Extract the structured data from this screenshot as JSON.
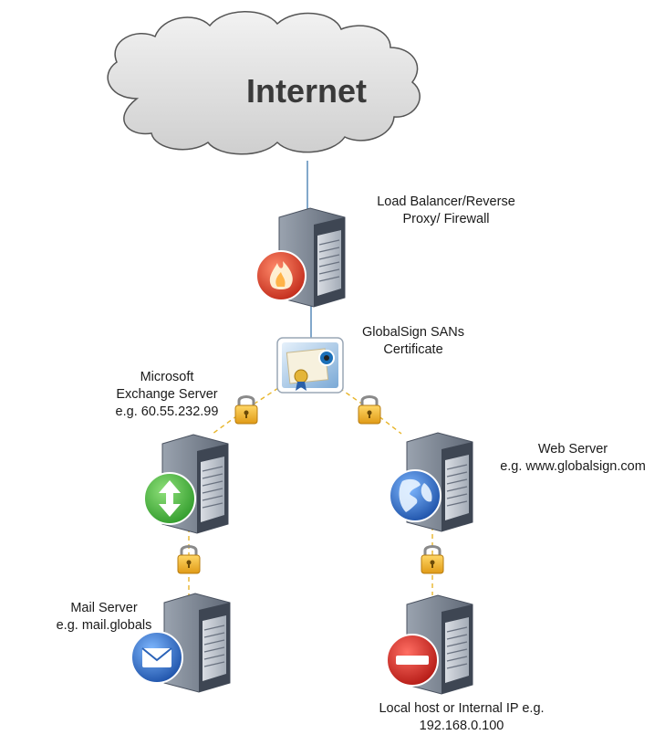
{
  "cloud": {
    "label": "Internet"
  },
  "firewall": {
    "line1": "Load Balancer/Reverse",
    "line2": "Proxy/ Firewall",
    "icon": "flame-icon"
  },
  "certificate": {
    "line1": "GlobalSign SANs",
    "line2": "Certificate",
    "icon": "certificate-icon"
  },
  "exchange": {
    "line1": "Microsoft",
    "line2": "Exchange Server",
    "line3": "e.g. 60.55.232.99",
    "icon": "arrows-icon"
  },
  "web": {
    "line1": "Web Server",
    "line2": "e.g. www.globalsign.com",
    "icon": "globe-icon"
  },
  "mail": {
    "line1": "Mail Server",
    "line2": "e.g. mail.globals",
    "icon": "envelope-icon"
  },
  "local": {
    "line1": "Local host or Internal IP e.g.",
    "line2": "192.168.0.100",
    "icon": "no-entry-icon"
  },
  "colors": {
    "link_solid": "#2f6fa8",
    "link_dashed": "#e8b52a",
    "lock_body": "#f0b429",
    "server_body": "#7f8a99"
  }
}
